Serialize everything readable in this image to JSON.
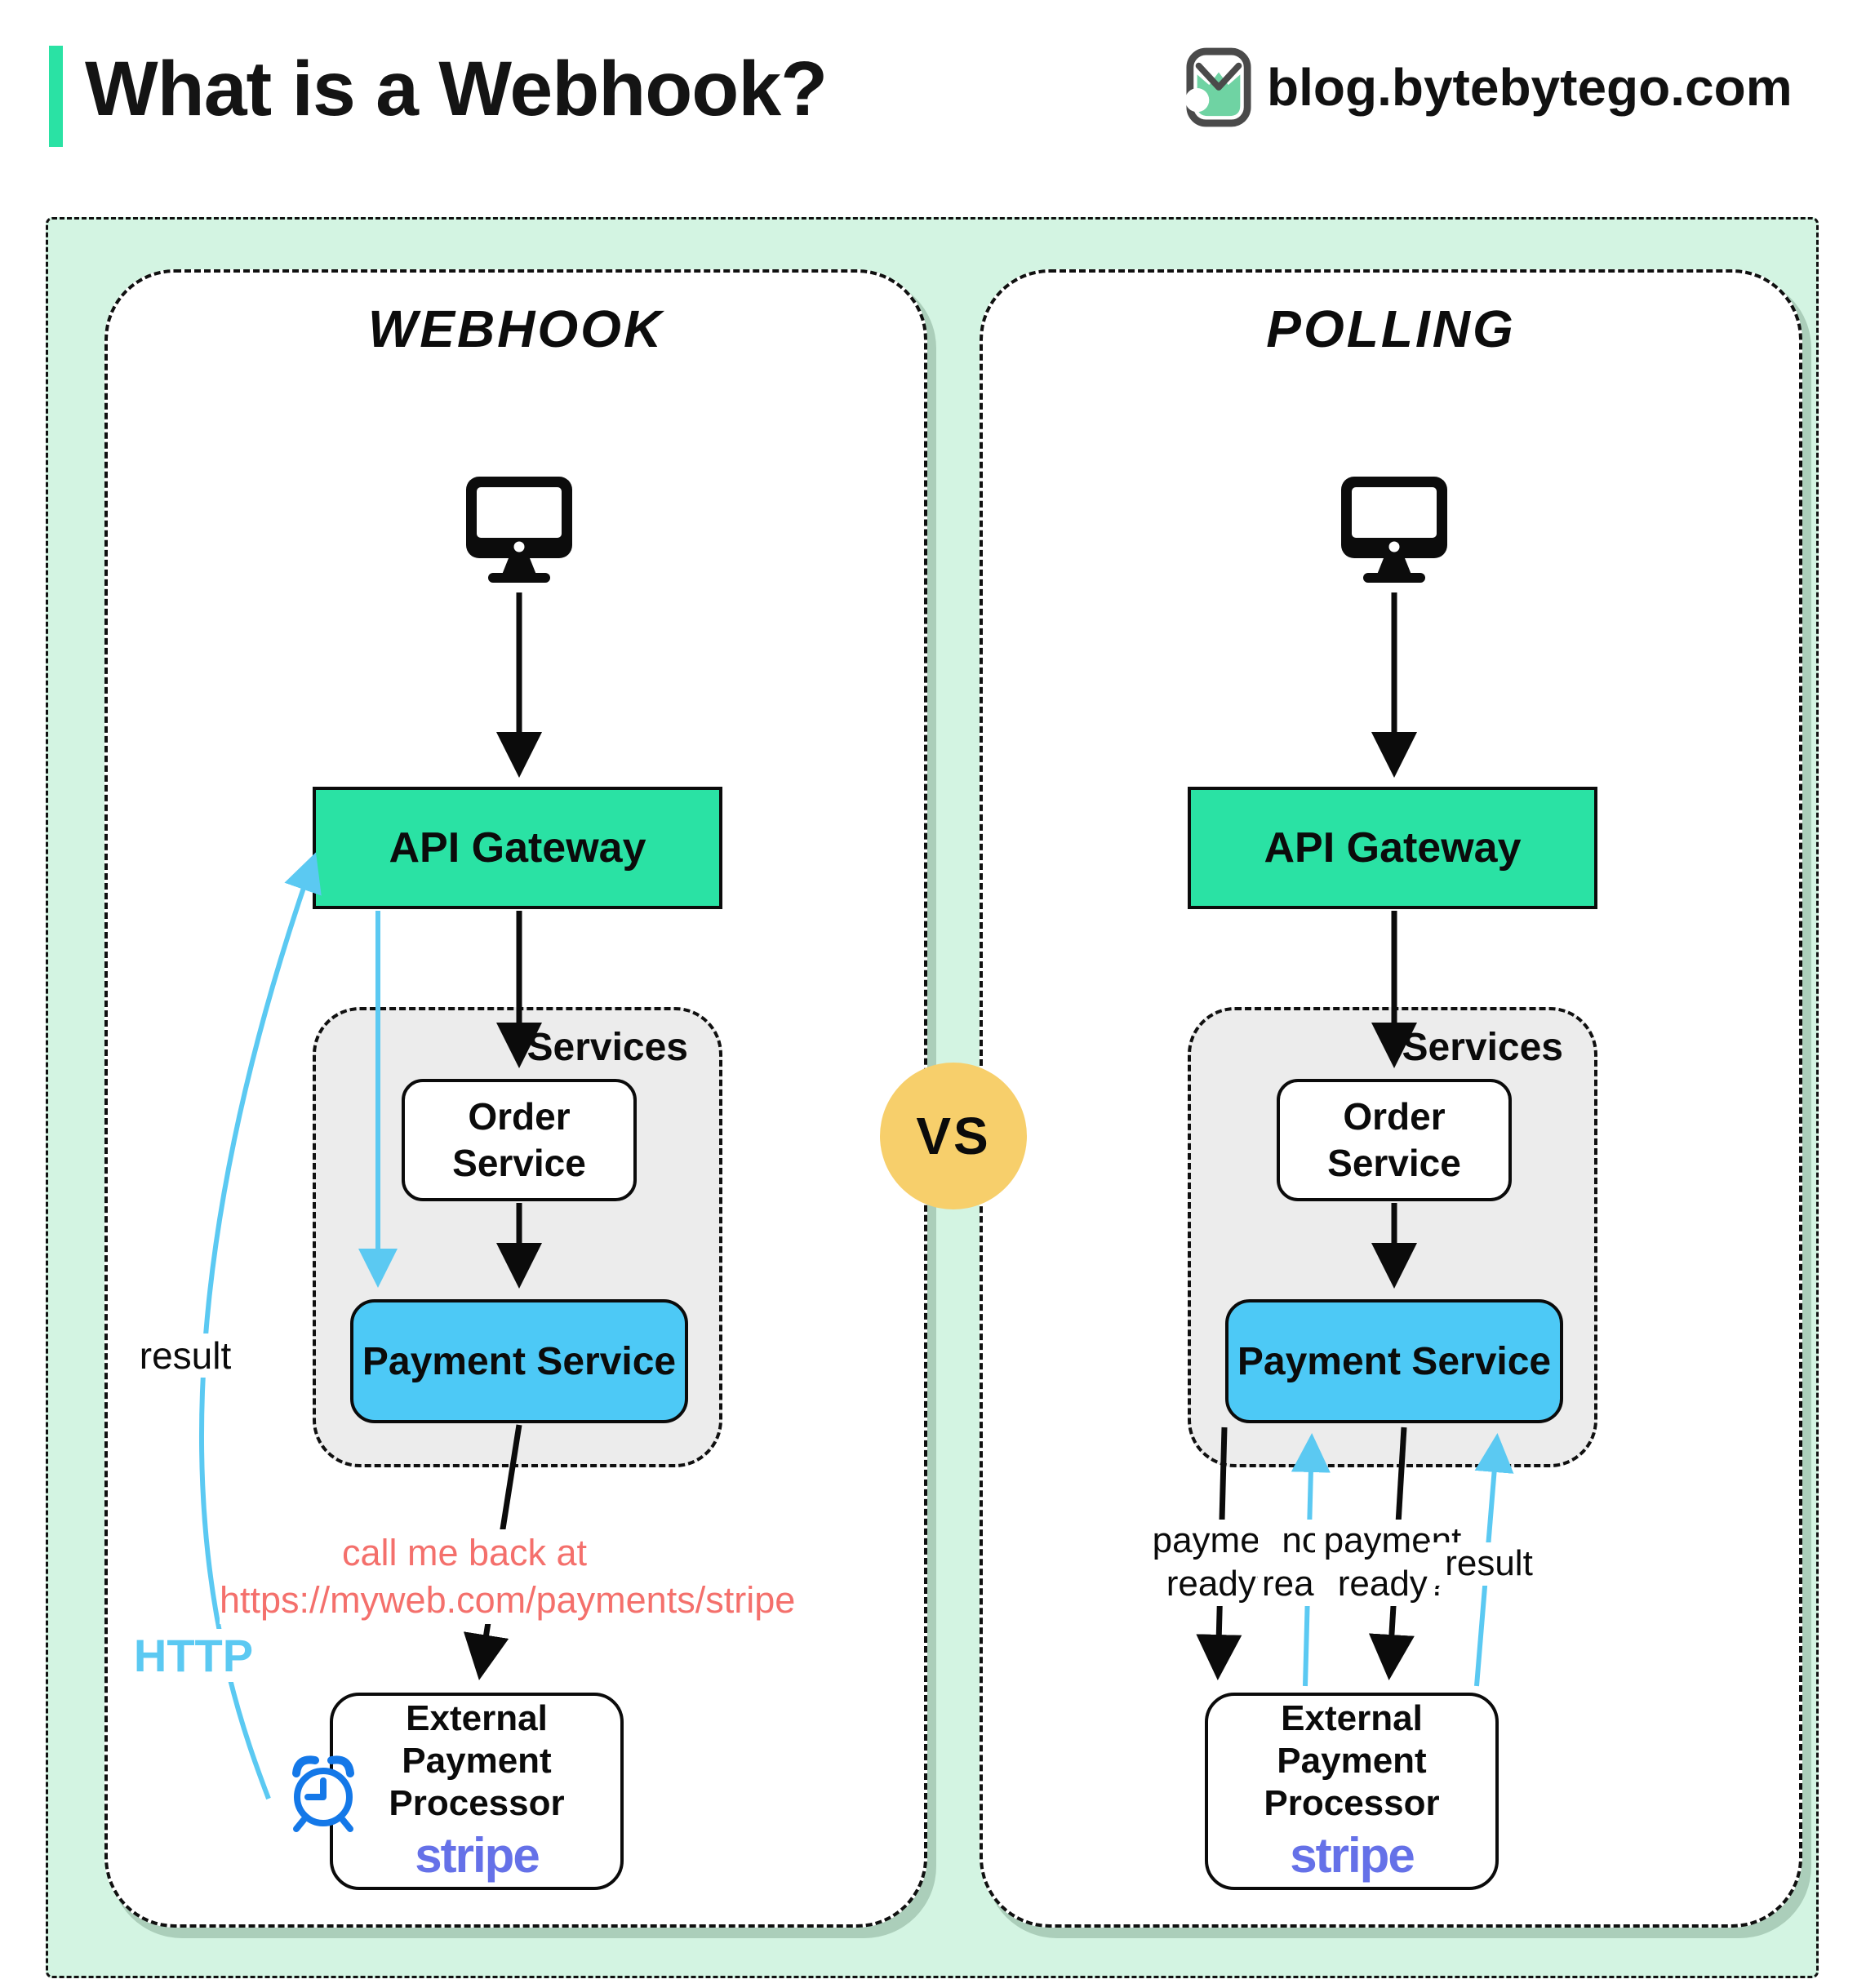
{
  "header": {
    "title": "What is a Webhook?",
    "site": "blog.bytebytego.com"
  },
  "vs_label": "VS",
  "webhook": {
    "title": "Webhook",
    "api_gateway": "API Gateway",
    "services_label": "Services",
    "order_service": "Order Service",
    "payment_service": "Payment Service",
    "callback_line1": "call me back at",
    "callback_line2": "https://myweb.com/payments/stripe",
    "external_line1": "External",
    "external_line2": "Payment Processor",
    "external_brand": "stripe",
    "result_label": "result",
    "http_label": "HTTP"
  },
  "polling": {
    "title": "Polling",
    "api_gateway": "API Gateway",
    "services_label": "Services",
    "order_service": "Order Service",
    "payment_service": "Payment Service",
    "external_line1": "External",
    "external_line2": "Payment Processor",
    "external_brand": "stripe",
    "arrows": [
      {
        "label": "payment ready?",
        "direction": "down",
        "color": "black"
      },
      {
        "label": "not ready",
        "direction": "up",
        "color": "blue"
      },
      {
        "label": "payment ready?",
        "direction": "down",
        "color": "black"
      },
      {
        "label": "result",
        "direction": "up",
        "color": "blue"
      }
    ]
  },
  "icons": {
    "brand": "bytebytego-logo-icon",
    "client": "desktop-monitor-icon",
    "timer": "alarm-clock-icon"
  },
  "colors": {
    "accent_teal": "#2ae2a4",
    "mint_background": "#d3f4e2",
    "payment_blue": "#4dc9f6",
    "arrow_blue": "#5bc9f2",
    "callback_salmon": "#f4706c",
    "stripe_purple": "#6571e8",
    "vs_yellow": "#f7cf6b",
    "alarm_blue": "#1478e8",
    "services_gray": "#ececec",
    "line_black": "#0b0b0b"
  }
}
